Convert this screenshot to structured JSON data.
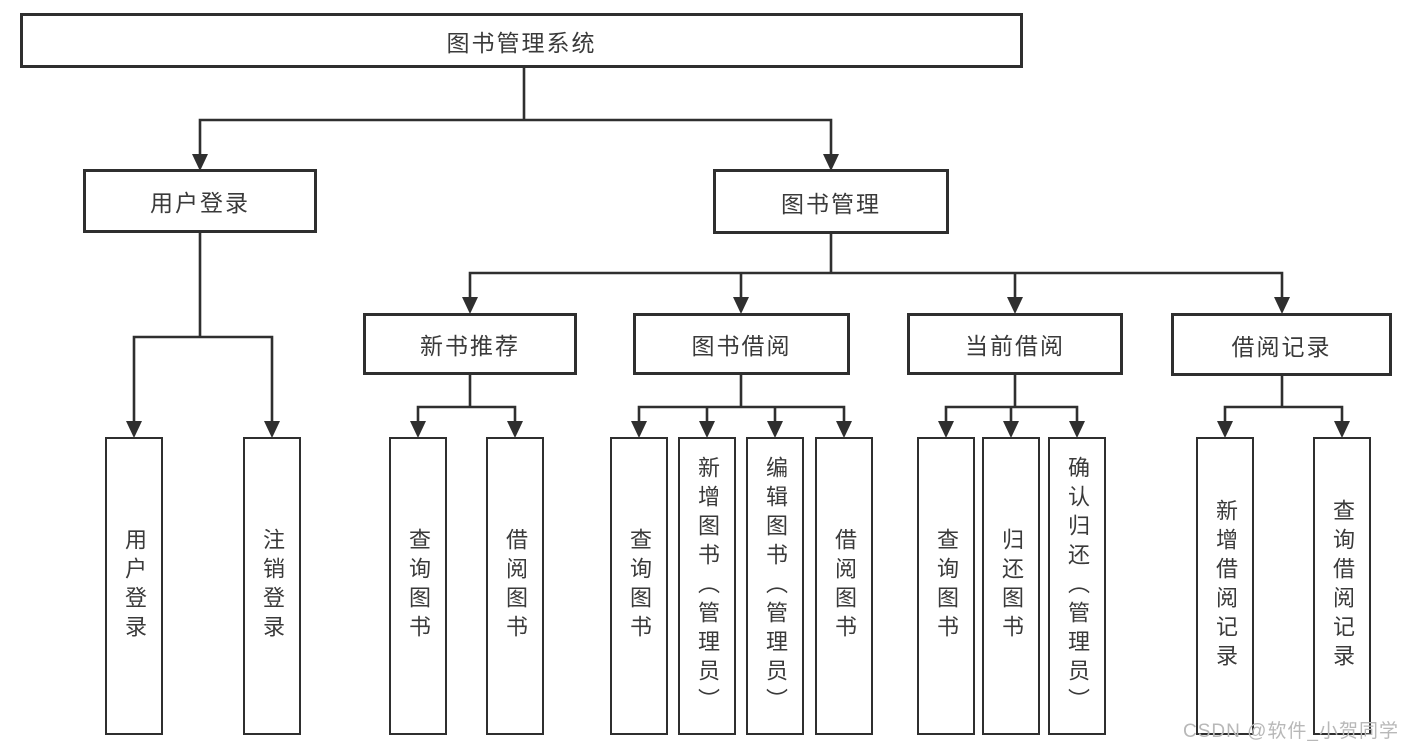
{
  "tree": {
    "root": "图书管理系统",
    "children": [
      {
        "label": "用户登录",
        "children": [
          "用户登录",
          "注销登录"
        ]
      },
      {
        "label": "图书管理",
        "children": [
          {
            "label": "新书推荐",
            "children": [
              "查询图书",
              "借阅图书"
            ]
          },
          {
            "label": "图书借阅",
            "children": [
              "查询图书",
              "新增图书（管理员）",
              "编辑图书（管理员）",
              "借阅图书"
            ]
          },
          {
            "label": "当前借阅",
            "children": [
              "查询图书",
              "归还图书",
              "确认归还（管理员）"
            ]
          },
          {
            "label": "借阅记录",
            "children": [
              "新增借阅记录",
              "查询借阅记录"
            ]
          }
        ]
      }
    ]
  },
  "watermark": {
    "text": "CSDN @软件_小贺同学"
  },
  "colors": {
    "line": "#2f2f2f",
    "box_border": "#2f2f2f",
    "box_background": "#ffffff",
    "text": "#3a3a3a",
    "watermark": "#b8b8b8"
  }
}
